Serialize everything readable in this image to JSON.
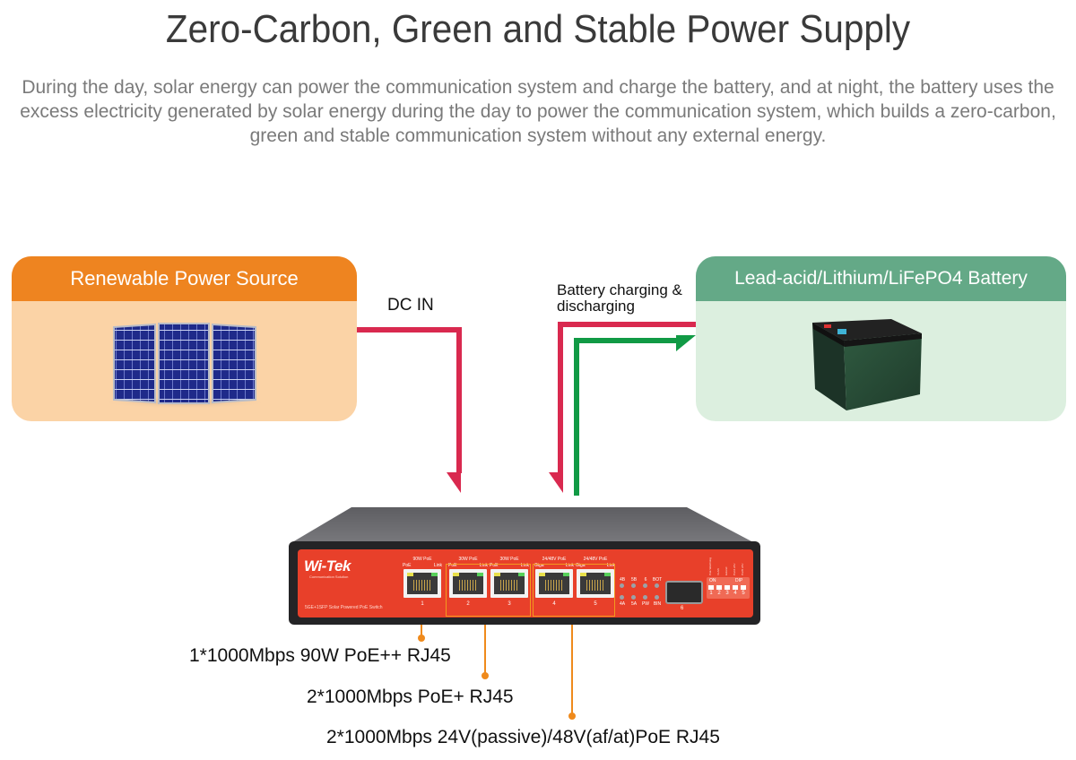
{
  "header": {
    "title": "Zero-Carbon, Green and Stable Power Supply",
    "description": "During the day, solar energy can power the communication system and charge the battery, and at night, the battery uses the excess electricity generated by solar energy during the day to power the communication system, which builds a zero-carbon, green and stable communication system without any external energy."
  },
  "source": {
    "title": "Renewable Power Source",
    "icon": "solar-panel-icon"
  },
  "battery": {
    "title": "Lead-acid/Lithium/LiFePO4 Battery",
    "icon": "battery-icon"
  },
  "flows": {
    "dc_in": "DC IN",
    "battery_flow_line1": "Battery charging &",
    "battery_flow_line2": "discharging"
  },
  "switch": {
    "brand": "Wi-Tek",
    "brand_tagline": "Communication Solution",
    "model_text": "5GE+1SFP Solar Powered PoE Switch",
    "ports": [
      {
        "number": "1",
        "power": "90W PoE",
        "left_label": "PoE",
        "right_label": "Link"
      },
      {
        "number": "2",
        "power": "30W PoE",
        "left_label": "PoE",
        "right_label": "Link"
      },
      {
        "number": "3",
        "power": "30W PoE",
        "left_label": "PoE",
        "right_label": "Link"
      },
      {
        "number": "4",
        "power": "24/48V PoE",
        "left_label": "Giga",
        "right_label": "Link"
      },
      {
        "number": "5",
        "power": "24/48V PoE",
        "left_label": "Giga",
        "right_label": "Link"
      }
    ],
    "leds_top": [
      "4B",
      "5B",
      "6",
      "BOT"
    ],
    "leds_bottom": [
      "4A",
      "5A",
      "PW",
      "BIN"
    ],
    "sfp_number": "6",
    "dip": {
      "on_label": "ON",
      "dip_label": "DIP",
      "switch_numbers": [
        "1",
        "2",
        "3",
        "4",
        "5"
      ],
      "functions": [
        "PoE Watchdog",
        "VLAN",
        "Extend",
        "Port4 24V",
        "Port5 24V"
      ]
    }
  },
  "features": [
    "1*1000Mbps 90W PoE++ RJ45",
    "2*1000Mbps PoE+ RJ45",
    "2*1000Mbps 24V(passive)/48V(af/at)PoE RJ45"
  ],
  "colors": {
    "source_header": "#ee8420",
    "source_body": "#fbd3a6",
    "battery_header": "#64a987",
    "battery_body": "#dcefdf",
    "power_line_red": "#d9294f",
    "power_line_green": "#119a45",
    "callout_orange": "#ef8a1c",
    "switch_face": "#e8402a"
  }
}
